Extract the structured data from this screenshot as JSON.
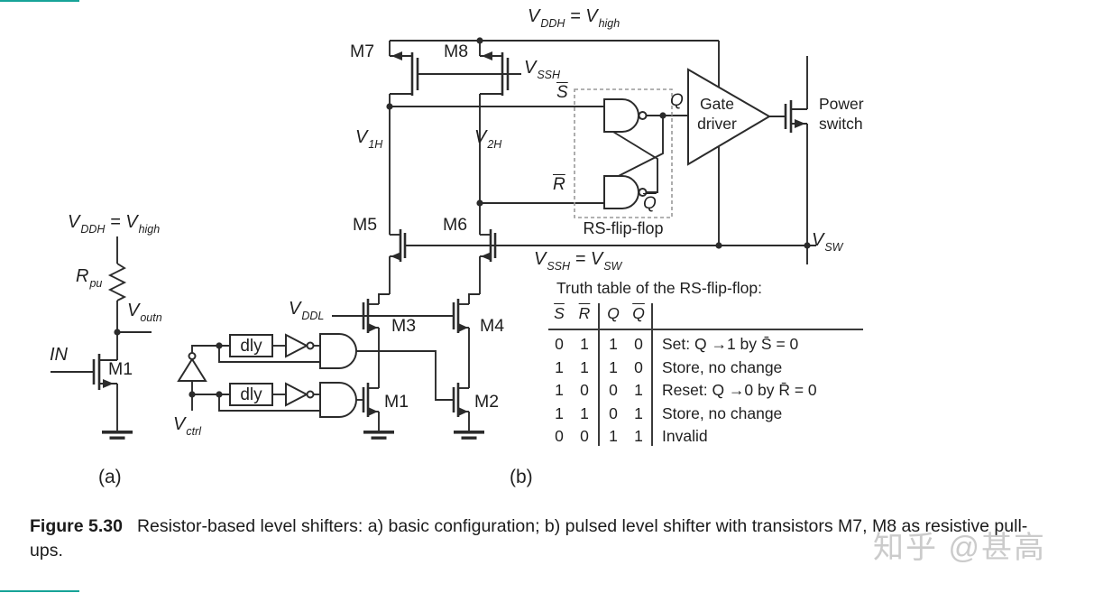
{
  "colors": {
    "line": "#2b2b2b",
    "text": "#1f1f1f",
    "watermark": "#cbcbcb",
    "dashed_box": "#999999",
    "page_edge": "#17a398"
  },
  "panel_a": {
    "label": "(a)",
    "vddh": {
      "v1": "V",
      "s1": "DDH",
      "eq": " = ",
      "v2": "V",
      "s2": "high"
    },
    "rpu": {
      "v": "R",
      "s": "pu"
    },
    "voutn": {
      "v": "V",
      "s": "outn"
    },
    "in_label": "IN",
    "m1": "M1"
  },
  "panel_b": {
    "label": "(b)",
    "vddh": {
      "v1": "V",
      "s1": "DDH",
      "eq": " = ",
      "v2": "V",
      "s2": "high"
    },
    "vssh": {
      "v": "V",
      "s": "SSH"
    },
    "v1h": {
      "v": "V",
      "s": "1H"
    },
    "v2h": {
      "v": "V",
      "s": "2H"
    },
    "vssh_vsw": {
      "v1": "V",
      "s1": "SSH",
      "eq": " = ",
      "v2": "V",
      "s2": "SW"
    },
    "vsw": {
      "v": "V",
      "s": "SW"
    },
    "vddl": {
      "v": "V",
      "s": "DDL"
    },
    "vctrl": {
      "v": "V",
      "s": "ctrl"
    },
    "m1": "M1",
    "m2": "M2",
    "m3": "M3",
    "m4": "M4",
    "m5": "M5",
    "m6": "M6",
    "m7": "M7",
    "m8": "M8",
    "dly1": "dly",
    "dly2": "dly",
    "flipflop": {
      "s": "S",
      "r": "R",
      "q": "Q",
      "qbar": "Q",
      "name": "RS-flip-flop"
    },
    "gate_driver": {
      "line1": "Gate",
      "line2": "driver"
    },
    "power_switch": {
      "line1": "Power",
      "line2": "switch"
    }
  },
  "truth_table": {
    "title": "Truth table of the RS-flip-flop:",
    "headers": [
      "S",
      "R",
      "Q",
      "Q"
    ],
    "rows": [
      {
        "s": "0",
        "r": "1",
        "q": "1",
        "qb": "0",
        "action": "Set: Q →1 by S̄ = 0"
      },
      {
        "s": "1",
        "r": "1",
        "q": "1",
        "qb": "0",
        "action": "Store, no change"
      },
      {
        "s": "1",
        "r": "0",
        "q": "0",
        "qb": "1",
        "action": "Reset: Q →0 by R̄ = 0"
      },
      {
        "s": "1",
        "r": "1",
        "q": "0",
        "qb": "1",
        "action": "Store, no change"
      },
      {
        "s": "0",
        "r": "0",
        "q": "1",
        "qb": "1",
        "action": "Invalid"
      }
    ]
  },
  "caption": {
    "tag": "Figure 5.30",
    "text": "Resistor-based level shifters: a) basic configuration; b) pulsed level shifter with transistors M7, M8 as resistive pull-ups."
  },
  "watermark": "知乎 @甚高"
}
